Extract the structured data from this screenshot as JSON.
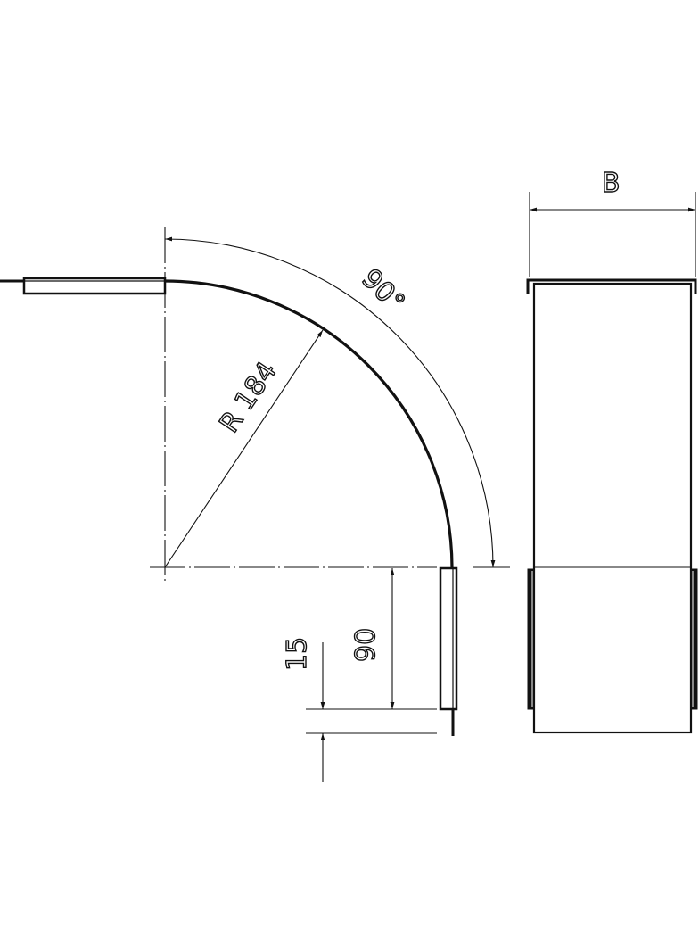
{
  "drawing": {
    "type": "Cable tray bend 90° technical drawing",
    "side_view": {
      "angle_label": "90°",
      "radius_label": "R 184",
      "height_label": "90",
      "offset_label": "15"
    },
    "front_view": {
      "width_label": "B"
    },
    "colors": {
      "line": "#111111",
      "background": "#ffffff"
    }
  }
}
